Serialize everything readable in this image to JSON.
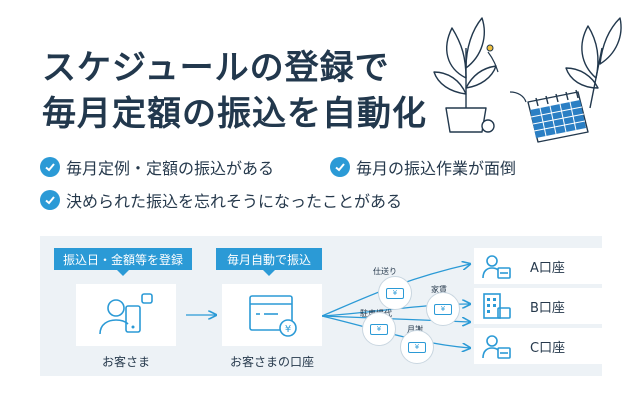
{
  "headline": {
    "line1": "スケジュールの登録で",
    "line2": "毎月定額の振込を自動化"
  },
  "checks": [
    "毎月定例・定額の振込がある",
    "毎月の振込作業が面倒",
    "決められた振込を忘れそうになったことがある"
  ],
  "flow": {
    "step1_tag": "振込日・金額等を登録",
    "step2_tag": "毎月自動で振込",
    "customer_label": "お客さま",
    "customer_account_label": "お客さまの口座",
    "yen_symbol": "¥",
    "payments": [
      "仕送り",
      "家賃",
      "駐車場代",
      "月謝"
    ],
    "accounts": [
      "A口座",
      "B口座",
      "C口座"
    ]
  },
  "icons": {
    "check": "check-circle-icon",
    "customer": "person-with-phone-icon",
    "account": "browser-window-yen-icon",
    "person": "person-card-icon",
    "building": "building-icon",
    "calendar": "calendar-icon",
    "plant": "potted-plant-icon"
  },
  "colors": {
    "accent": "#2b9ad6",
    "heading": "#22384d",
    "panel": "#edf2f6"
  }
}
